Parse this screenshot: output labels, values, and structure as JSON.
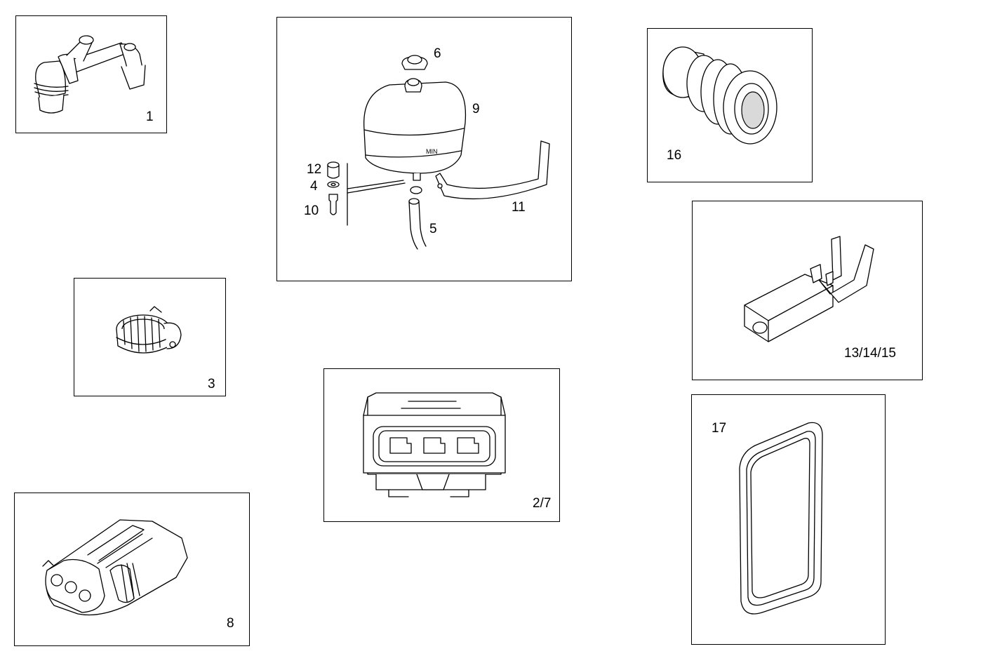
{
  "parts": [
    {
      "id": "elbow-hose-connector",
      "label": "1"
    },
    {
      "id": "expansion-tank-assembly",
      "labels": [
        "6",
        "9",
        "12",
        "4",
        "10",
        "11",
        "5"
      ],
      "tank_marking": "MIN"
    },
    {
      "id": "grommet",
      "label": "16"
    },
    {
      "id": "hose-clamp",
      "label": "3"
    },
    {
      "id": "crimp-terminal",
      "label": "13/14/15"
    },
    {
      "id": "three-way-connector-front",
      "label": "2/7"
    },
    {
      "id": "seal-gasket",
      "label": "17"
    },
    {
      "id": "three-way-connector-plug",
      "label": "8"
    }
  ],
  "colors": {
    "line": "#000000",
    "background": "#ffffff",
    "shade": "#d9d9d9"
  }
}
